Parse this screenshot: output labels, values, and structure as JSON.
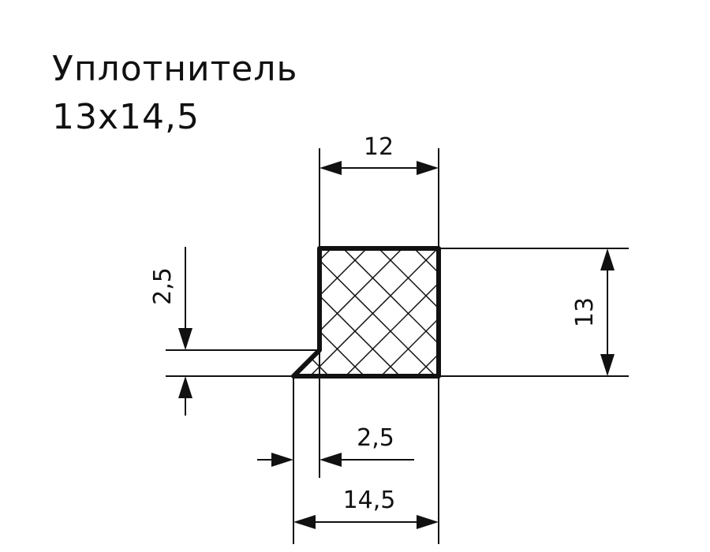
{
  "title": {
    "line1": "Уплотнитель",
    "line2": "13x14,5"
  },
  "dimensions": {
    "top_width": "12",
    "right_height": "13",
    "left_step_height": "2,5",
    "bottom_step_width": "2,5",
    "bottom_total_width": "14,5"
  }
}
